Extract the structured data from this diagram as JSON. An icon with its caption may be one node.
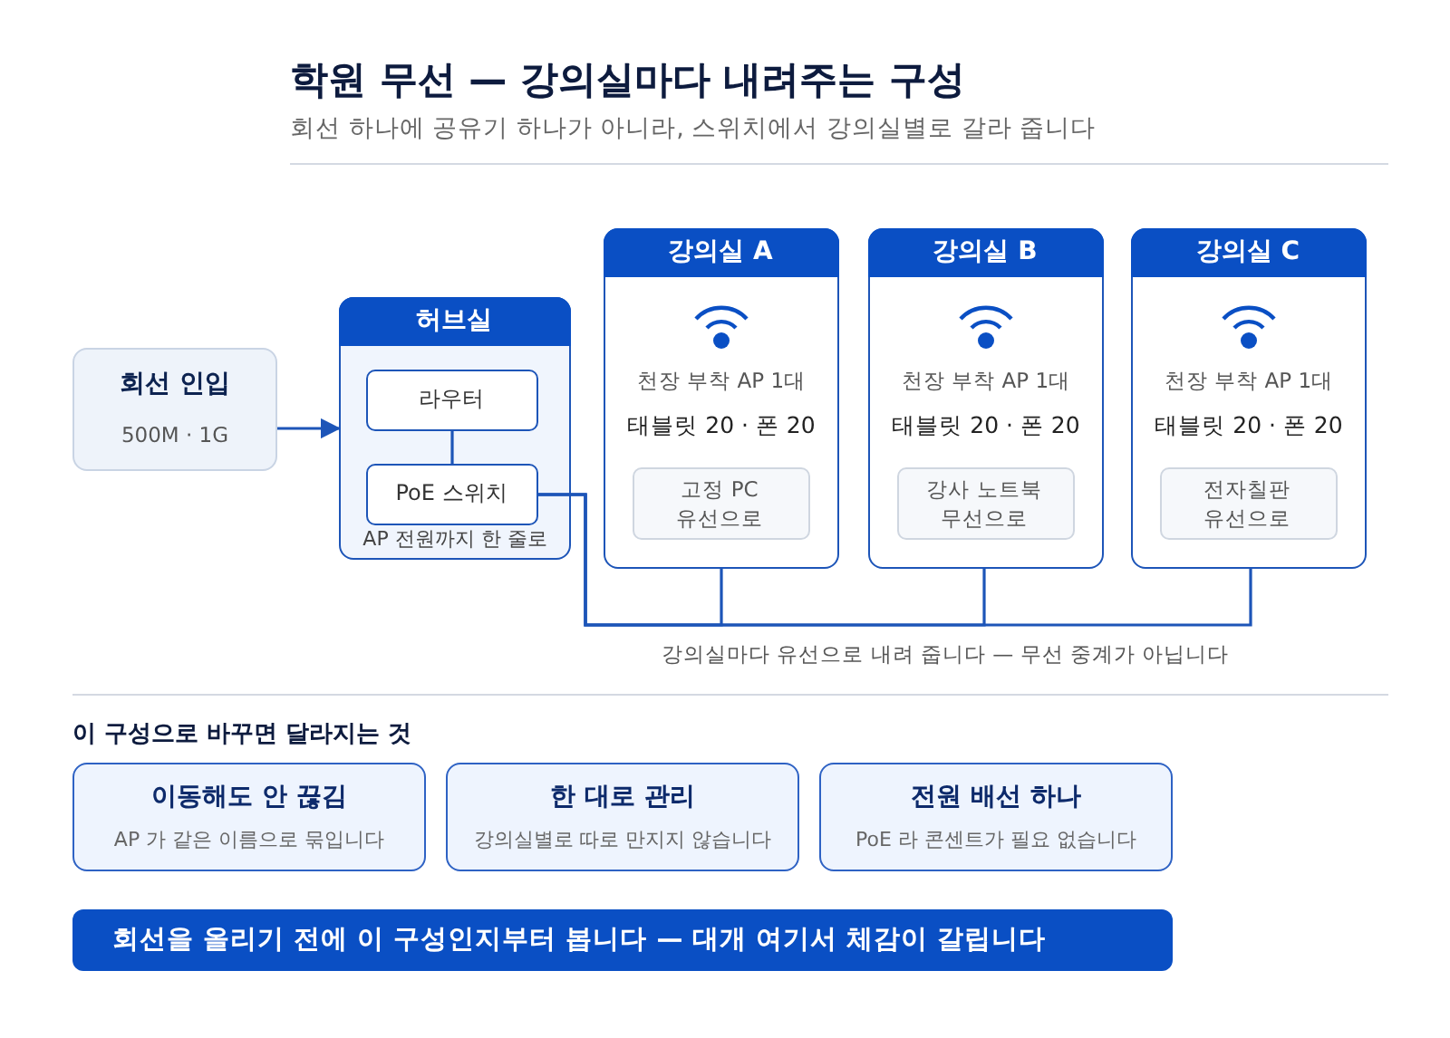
{
  "diagram": {
    "title": "학원 무선 — 강의실마다 내려주는 구성",
    "nodes": [
      {
        "text": [
          "회선 인입",
          "500M · 1G"
        ]
      },
      {
        "text": [
          "허브실",
          "AP 전원까지 한 줄로"
        ]
      },
      {
        "text": [
          "라우터"
        ],
        "in": 1
      },
      {
        "text": [
          "PoE 스위치"
        ],
        "in": 1
      },
      {
        "text": [
          "강의실 A",
          "천장 부착 AP 1대",
          "태블릿 20 · 폰 20"
        ]
      },
      {
        "text": [
          "고정 PC 유선으로"
        ],
        "in": 4
      },
      {
        "text": [
          "강의실 B",
          "천장 부착 AP 1대",
          "태블릿 20 · 폰 20"
        ]
      },
      {
        "text": [
          "강사 노트북 무선으로"
        ],
        "in": 6
      },
      {
        "text": [
          "강의실 C",
          "천장 부착 AP 1대",
          "태블릿 20 · 폰 20"
        ]
      },
      {
        "text": [
          "전자칠판 유선으로"
        ],
        "in": 8
      },
      {
        "text": [
          "이동해도 안 끊김",
          "AP 가 같은 이름으로 묶입니다"
        ]
      },
      {
        "text": [
          "한 대로 관리",
          "강의실별로 따로 만지지 않습니다"
        ]
      },
      {
        "text": [
          "전원 배선 하나",
          "PoE 라 콘센트가 필요 없습니다"
        ]
      },
      {
        "text": [
          "회선을 올리기 전에 이 구성인지부터 봅니다 — 대개 여기서 체감이 갈립니다"
        ]
      }
    ],
    "edges": [
      {
        "from": 0,
        "to": 1,
        "arrow": "to"
      },
      {
        "from": 2,
        "to": 3,
        "arrow": "none"
      },
      {
        "from": 3,
        "to": 4,
        "arrow": "none"
      },
      {
        "from": 3,
        "to": 6,
        "arrow": "none"
      },
      {
        "from": 3,
        "to": 8,
        "arrow": "none"
      }
    ],
    "labels": [
      "회선 하나에 공유기 하나가 아니라, 스위치에서 강의실별로 갈라 줍니다",
      "강의실마다 유선으로 내려 줍니다 — 무선 중계가 아닙니다",
      "이 구성으로 바꾸면 달라지는 것"
    ]
  }
}
